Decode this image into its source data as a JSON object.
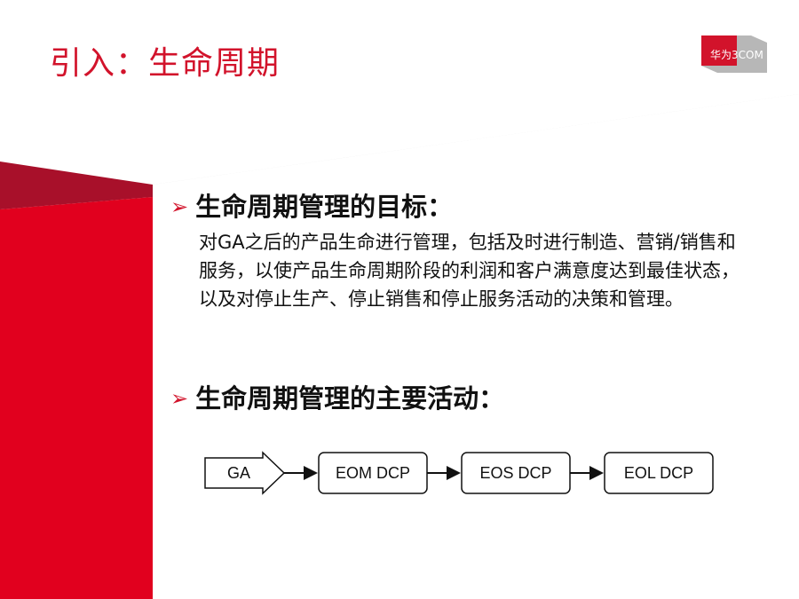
{
  "slide": {
    "title": "引入：生命周期",
    "logo_text": "华为3COM",
    "sections": [
      {
        "heading": "生命周期管理的目标：",
        "body": "对GA之后的产品生命进行管理，包括及时进行制造、营销/销售和服务，以使产品生命周期阶段的利润和客户满意度达到最佳状态，以及对停止生产、停止销售和停止服务活动的决策和管理。"
      },
      {
        "heading": "生命周期管理的主要活动："
      }
    ],
    "flow": {
      "start": "GA",
      "steps": [
        "EOM DCP",
        "EOS DCP",
        "EOL DCP"
      ]
    }
  },
  "colors": {
    "accent": "#d2132b",
    "dark_red": "#a8102a",
    "gray_band": "#e6e6e6",
    "text": "#111111"
  },
  "icons": {
    "bullet": "arrowhead-bullet-icon"
  }
}
